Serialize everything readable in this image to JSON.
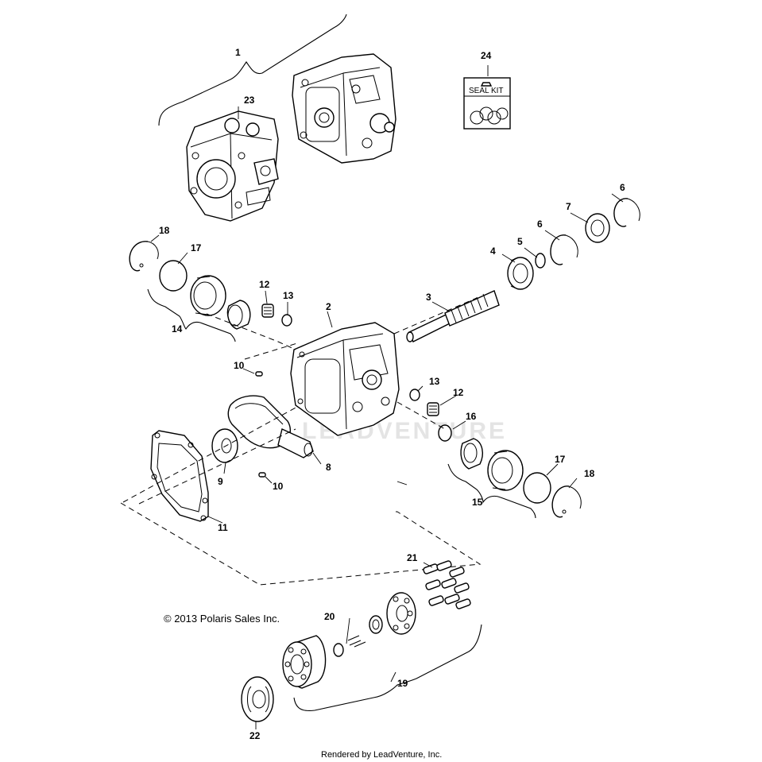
{
  "diagram": {
    "copyright": "© 2013 Polaris Sales Inc.",
    "footer": "Rendered by LeadVenture, Inc.",
    "watermark": "LEADVENTURE",
    "seal_kit_label": "SEAL KIT",
    "callouts": [
      {
        "id": "c1",
        "label": "1"
      },
      {
        "id": "c2",
        "label": "2"
      },
      {
        "id": "c3",
        "label": "3"
      },
      {
        "id": "c4",
        "label": "4"
      },
      {
        "id": "c5",
        "label": "5"
      },
      {
        "id": "c6a",
        "label": "6"
      },
      {
        "id": "c6b",
        "label": "6"
      },
      {
        "id": "c7",
        "label": "7"
      },
      {
        "id": "c8",
        "label": "8"
      },
      {
        "id": "c9",
        "label": "9"
      },
      {
        "id": "c10a",
        "label": "10"
      },
      {
        "id": "c10b",
        "label": "10"
      },
      {
        "id": "c11",
        "label": "11"
      },
      {
        "id": "c12a",
        "label": "12"
      },
      {
        "id": "c12b",
        "label": "12"
      },
      {
        "id": "c13a",
        "label": "13"
      },
      {
        "id": "c13b",
        "label": "13"
      },
      {
        "id": "c14",
        "label": "14"
      },
      {
        "id": "c15",
        "label": "15"
      },
      {
        "id": "c16",
        "label": "16"
      },
      {
        "id": "c17a",
        "label": "17"
      },
      {
        "id": "c17b",
        "label": "17"
      },
      {
        "id": "c18a",
        "label": "18"
      },
      {
        "id": "c18b",
        "label": "18"
      },
      {
        "id": "c19",
        "label": "19"
      },
      {
        "id": "c20",
        "label": "20"
      },
      {
        "id": "c21",
        "label": "21"
      },
      {
        "id": "c22",
        "label": "22"
      },
      {
        "id": "c23",
        "label": "23"
      },
      {
        "id": "c24",
        "label": "24"
      }
    ]
  }
}
